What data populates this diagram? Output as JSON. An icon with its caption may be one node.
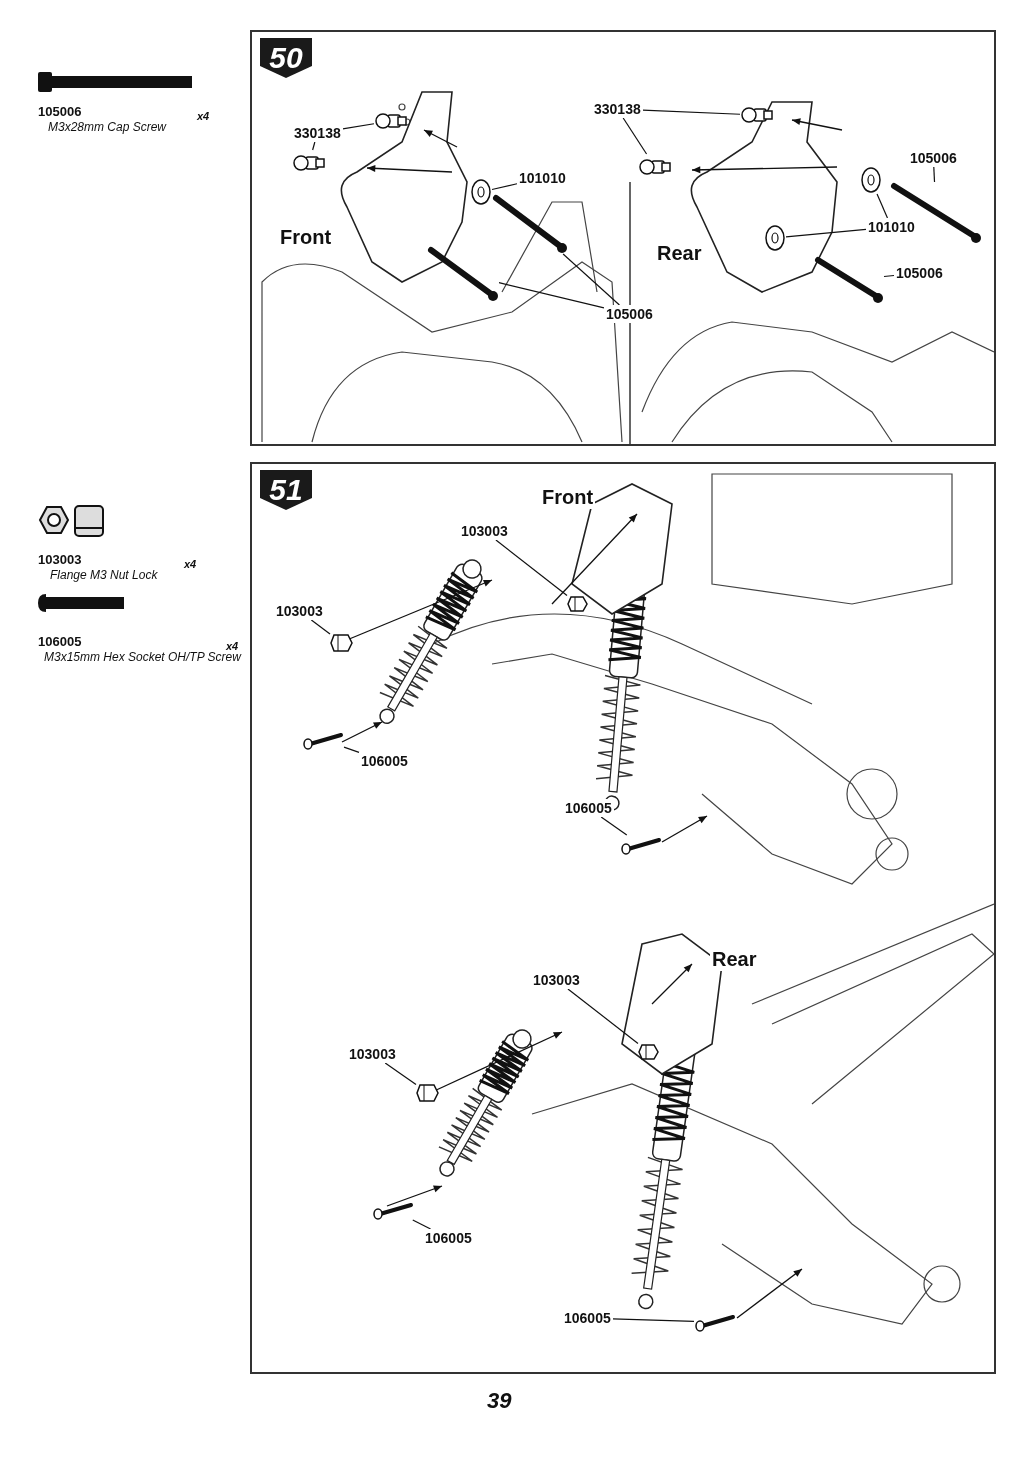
{
  "diagram": {
    "nodes": [
      {
        "text": [
          "50"
        ]
      },
      {
        "text": [
          "330138"
        ],
        "in": 0
      },
      {
        "text": [],
        "shape": "picture",
        "in": 0
      },
      {
        "text": [],
        "shape": "picture",
        "in": 0
      },
      {
        "text": [
          "101010"
        ],
        "in": 0
      },
      {
        "text": [],
        "shape": "picture",
        "in": 0
      },
      {
        "text": [
          "105006"
        ],
        "in": 0
      },
      {
        "text": [],
        "shape": "picture",
        "in": 0
      },
      {
        "text": [],
        "shape": "picture",
        "in": 0
      },
      {
        "text": [
          "330138"
        ],
        "in": 0
      },
      {
        "text": [],
        "shape": "picture",
        "in": 0
      },
      {
        "text": [],
        "shape": "picture",
        "in": 0
      },
      {
        "text": [
          "105006"
        ],
        "in": 0
      },
      {
        "text": [],
        "shape": "picture",
        "in": 0
      },
      {
        "text": [
          "101010"
        ],
        "in": 0
      },
      {
        "text": [],
        "shape": "picture",
        "in": 0
      },
      {
        "text": [],
        "shape": "picture",
        "in": 0
      },
      {
        "text": [
          "105006"
        ],
        "in": 0
      },
      {
        "text": [],
        "shape": "picture",
        "in": 0
      },
      {
        "text": [
          "51"
        ]
      },
      {
        "text": [
          "103003"
        ],
        "in": 19
      },
      {
        "text": [],
        "shape": "picture",
        "in": 19
      },
      {
        "text": [
          "103003"
        ],
        "in": 19
      },
      {
        "text": [],
        "shape": "picture",
        "in": 19
      },
      {
        "text": [
          "106005"
        ],
        "in": 19
      },
      {
        "text": [],
        "shape": "picture",
        "in": 19
      },
      {
        "text": [
          "106005"
        ],
        "in": 19
      },
      {
        "text": [],
        "shape": "picture",
        "in": 19
      },
      {
        "text": [
          "103003"
        ],
        "in": 19
      },
      {
        "text": [],
        "shape": "picture",
        "in": 19
      },
      {
        "text": [
          "103003"
        ],
        "in": 19
      },
      {
        "text": [],
        "shape": "picture",
        "in": 19
      },
      {
        "text": [
          "106005"
        ],
        "in": 19
      },
      {
        "text": [],
        "shape": "picture",
        "in": 19
      },
      {
        "text": [
          "106005"
        ],
        "in": 19
      },
      {
        "text": [],
        "shape": "picture",
        "in": 19
      }
    ],
    "edges": [
      {
        "from": 1,
        "to": 2,
        "arrow": "none"
      },
      {
        "from": 1,
        "to": 3,
        "arrow": "none"
      },
      {
        "from": 4,
        "to": 5,
        "arrow": "none"
      },
      {
        "from": 6,
        "to": 7,
        "arrow": "none"
      },
      {
        "from": 6,
        "to": 8,
        "arrow": "none"
      },
      {
        "from": 9,
        "to": 10,
        "arrow": "none"
      },
      {
        "from": 9,
        "to": 11,
        "arrow": "none"
      },
      {
        "from": 12,
        "to": 13,
        "arrow": "none"
      },
      {
        "from": 14,
        "to": 15,
        "arrow": "none"
      },
      {
        "from": 14,
        "to": 16,
        "arrow": "none"
      },
      {
        "from": 17,
        "to": 18,
        "arrow": "none"
      },
      {
        "from": 20,
        "to": 21,
        "arrow": "none"
      },
      {
        "from": 22,
        "to": 23,
        "arrow": "none"
      },
      {
        "from": 24,
        "to": 25,
        "arrow": "none"
      },
      {
        "from": 26,
        "to": 27,
        "arrow": "none"
      },
      {
        "from": 28,
        "to": 29,
        "arrow": "none"
      },
      {
        "from": 30,
        "to": 31,
        "arrow": "none"
      },
      {
        "from": 32,
        "to": 33,
        "arrow": "none"
      },
      {
        "from": 34,
        "to": 35,
        "arrow": "none"
      }
    ],
    "labels": [
      "105006",
      "M3x28mm Cap Screw",
      "x4",
      "Front",
      "Rear",
      "103003",
      "Flange M3 Nut Lock",
      "x4",
      "Front",
      "106005",
      "M3x15mm Hex Socket OH/TP Screw",
      "x4",
      "Rear",
      "39"
    ]
  }
}
